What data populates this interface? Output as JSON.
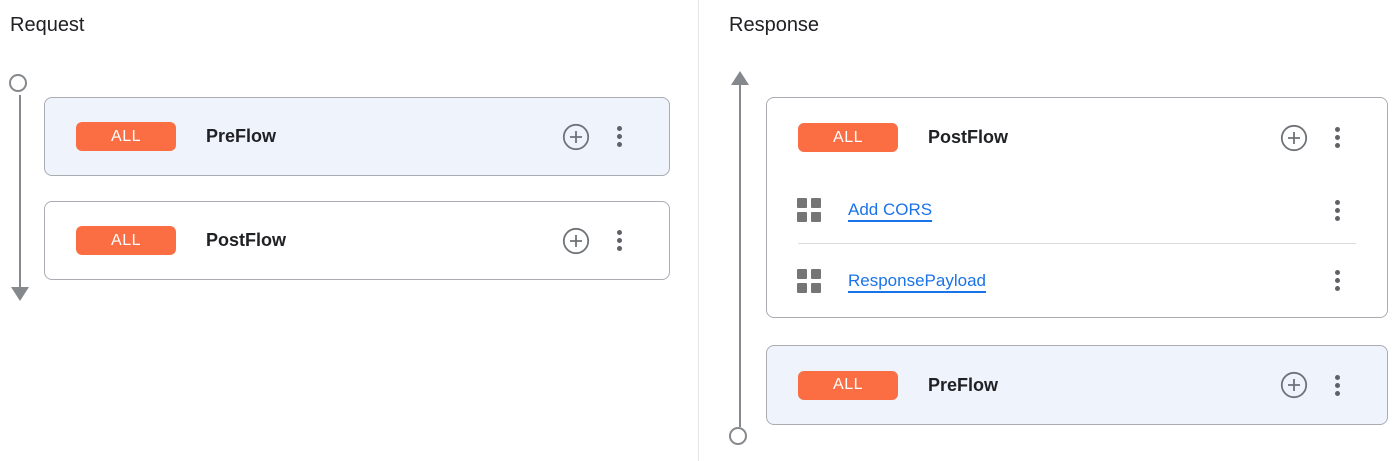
{
  "request": {
    "title": "Request",
    "flows": [
      {
        "badge": "ALL",
        "name": "PreFlow"
      },
      {
        "badge": "ALL",
        "name": "PostFlow"
      }
    ]
  },
  "response": {
    "title": "Response",
    "flows": [
      {
        "badge": "ALL",
        "name": "PostFlow",
        "policies": [
          {
            "label": "Add CORS"
          },
          {
            "label": "ResponsePayload"
          }
        ]
      },
      {
        "badge": "ALL",
        "name": "PreFlow"
      }
    ]
  },
  "icons": {
    "add_step": "add-circle-outline-icon",
    "overflow_menu": "kebab-menu-icon",
    "policy": "policy-grid-icon",
    "request_rail": "arrow-down-rail",
    "response_rail": "arrow-up-rail"
  },
  "colors": {
    "badge-orange": "#fb6e44",
    "link-blue": "#1a73e8",
    "highlight-blue": "#eff3fc",
    "card-border": "#a9acb1",
    "rail-gray": "#85888c"
  }
}
